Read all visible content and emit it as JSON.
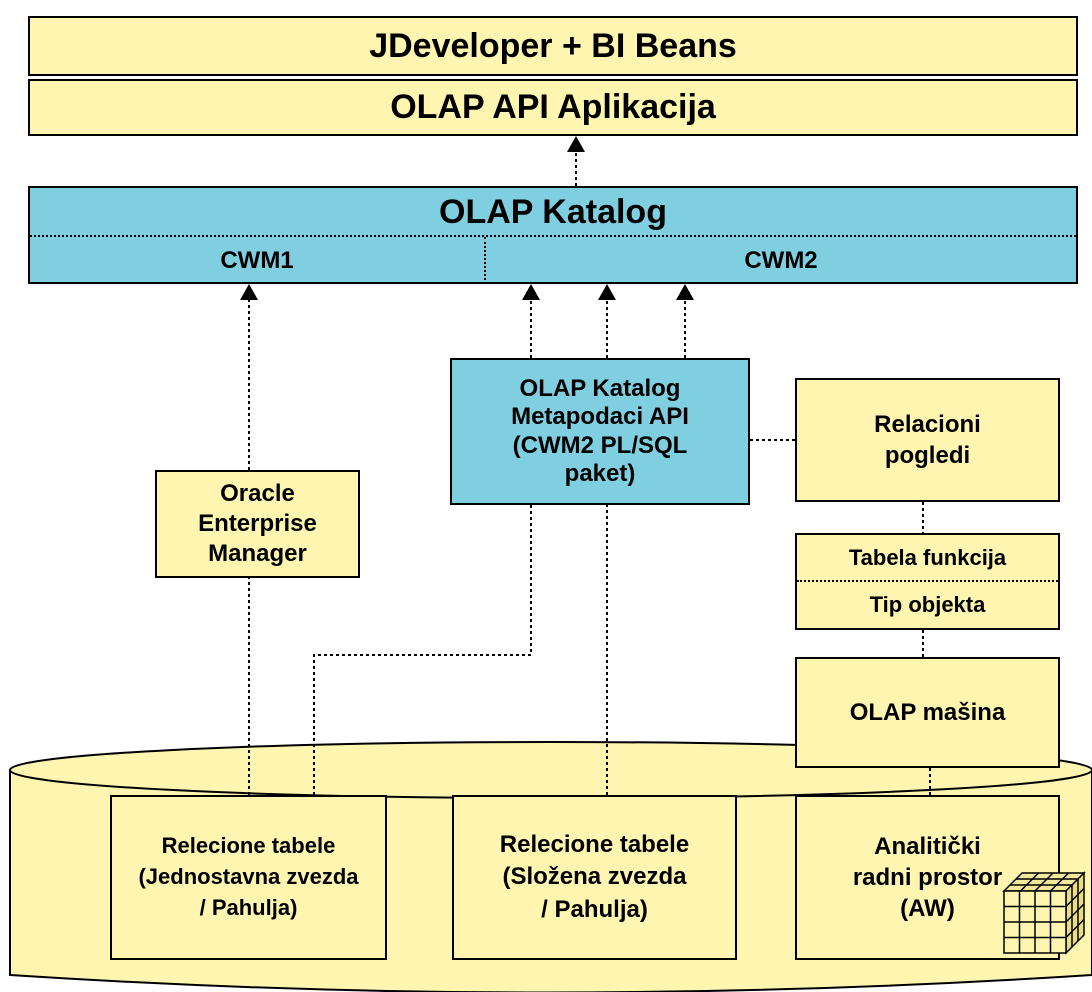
{
  "diagram": {
    "top_box": "JDeveloper + BI Beans",
    "api_app_box": "OLAP API Aplikacija",
    "catalog": {
      "title": "OLAP Katalog",
      "left": "CWM1",
      "right": "CWM2"
    },
    "metadata_api_box": "OLAP Katalog\nMetapodaci API\n(CWM2 PL/SQL\npaket)",
    "oem_box": "Oracle\nEnterprise\nManager",
    "relational_views_box": "Relacioni\npogledi",
    "table_functions": {
      "top": "Tabela funkcija",
      "bottom": "Tip objekta"
    },
    "olap_engine_box": "OLAP mašina",
    "database": {
      "simple_star_box": "Relecione tabele\n(Jednostavna zvezda\n/ Pahulja)",
      "complex_star_box": "Relecione tabele\n(Složena zvezda\n/ Pahulja)",
      "aw_box": "Analitički\nradni prostor\n(AW)"
    }
  },
  "colors": {
    "box_fill": "#fdf5b0",
    "catalog_fill": "#7fcfe0",
    "outline": "#000000"
  }
}
